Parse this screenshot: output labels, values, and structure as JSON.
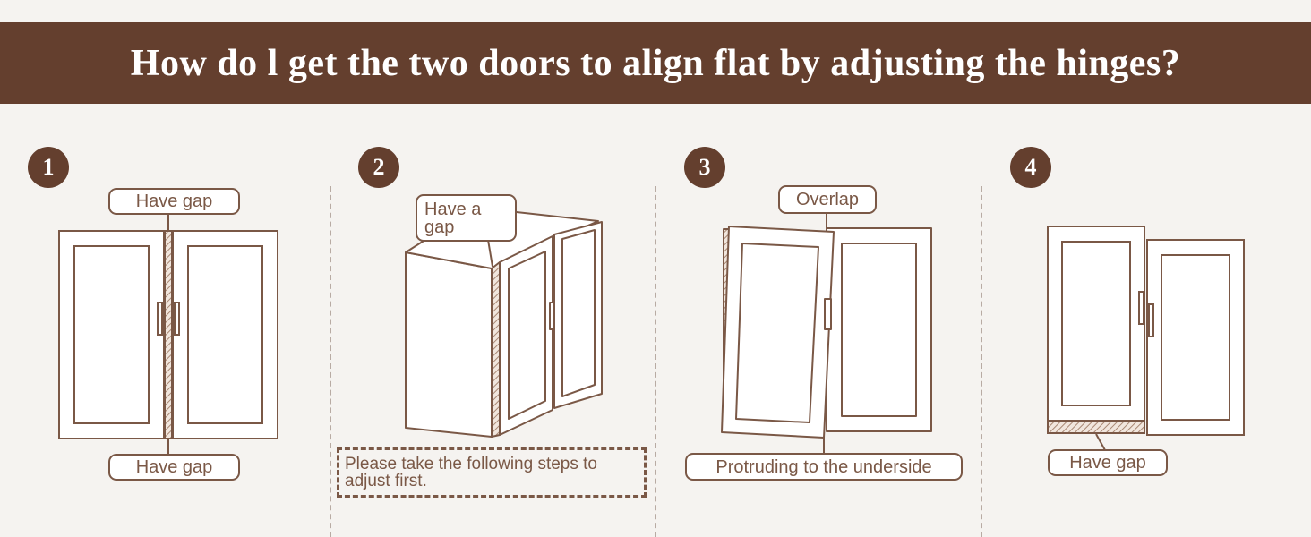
{
  "header": {
    "title": "How do l get the two doors to align flat by adjusting the hinges?"
  },
  "steps": [
    {
      "number": "1",
      "callouts": [
        "Have gap",
        "Have gap"
      ]
    },
    {
      "number": "2",
      "callouts": [
        "Have a gap"
      ],
      "note": "Please take the following steps to adjust first."
    },
    {
      "number": "3",
      "callouts": [
        "Overlap",
        "Protruding to the underside"
      ]
    },
    {
      "number": "4",
      "callouts": [
        "Have gap"
      ]
    }
  ],
  "colors": {
    "brand": "#643f2e",
    "line": "#7a5846",
    "background": "#f5f3f0"
  }
}
